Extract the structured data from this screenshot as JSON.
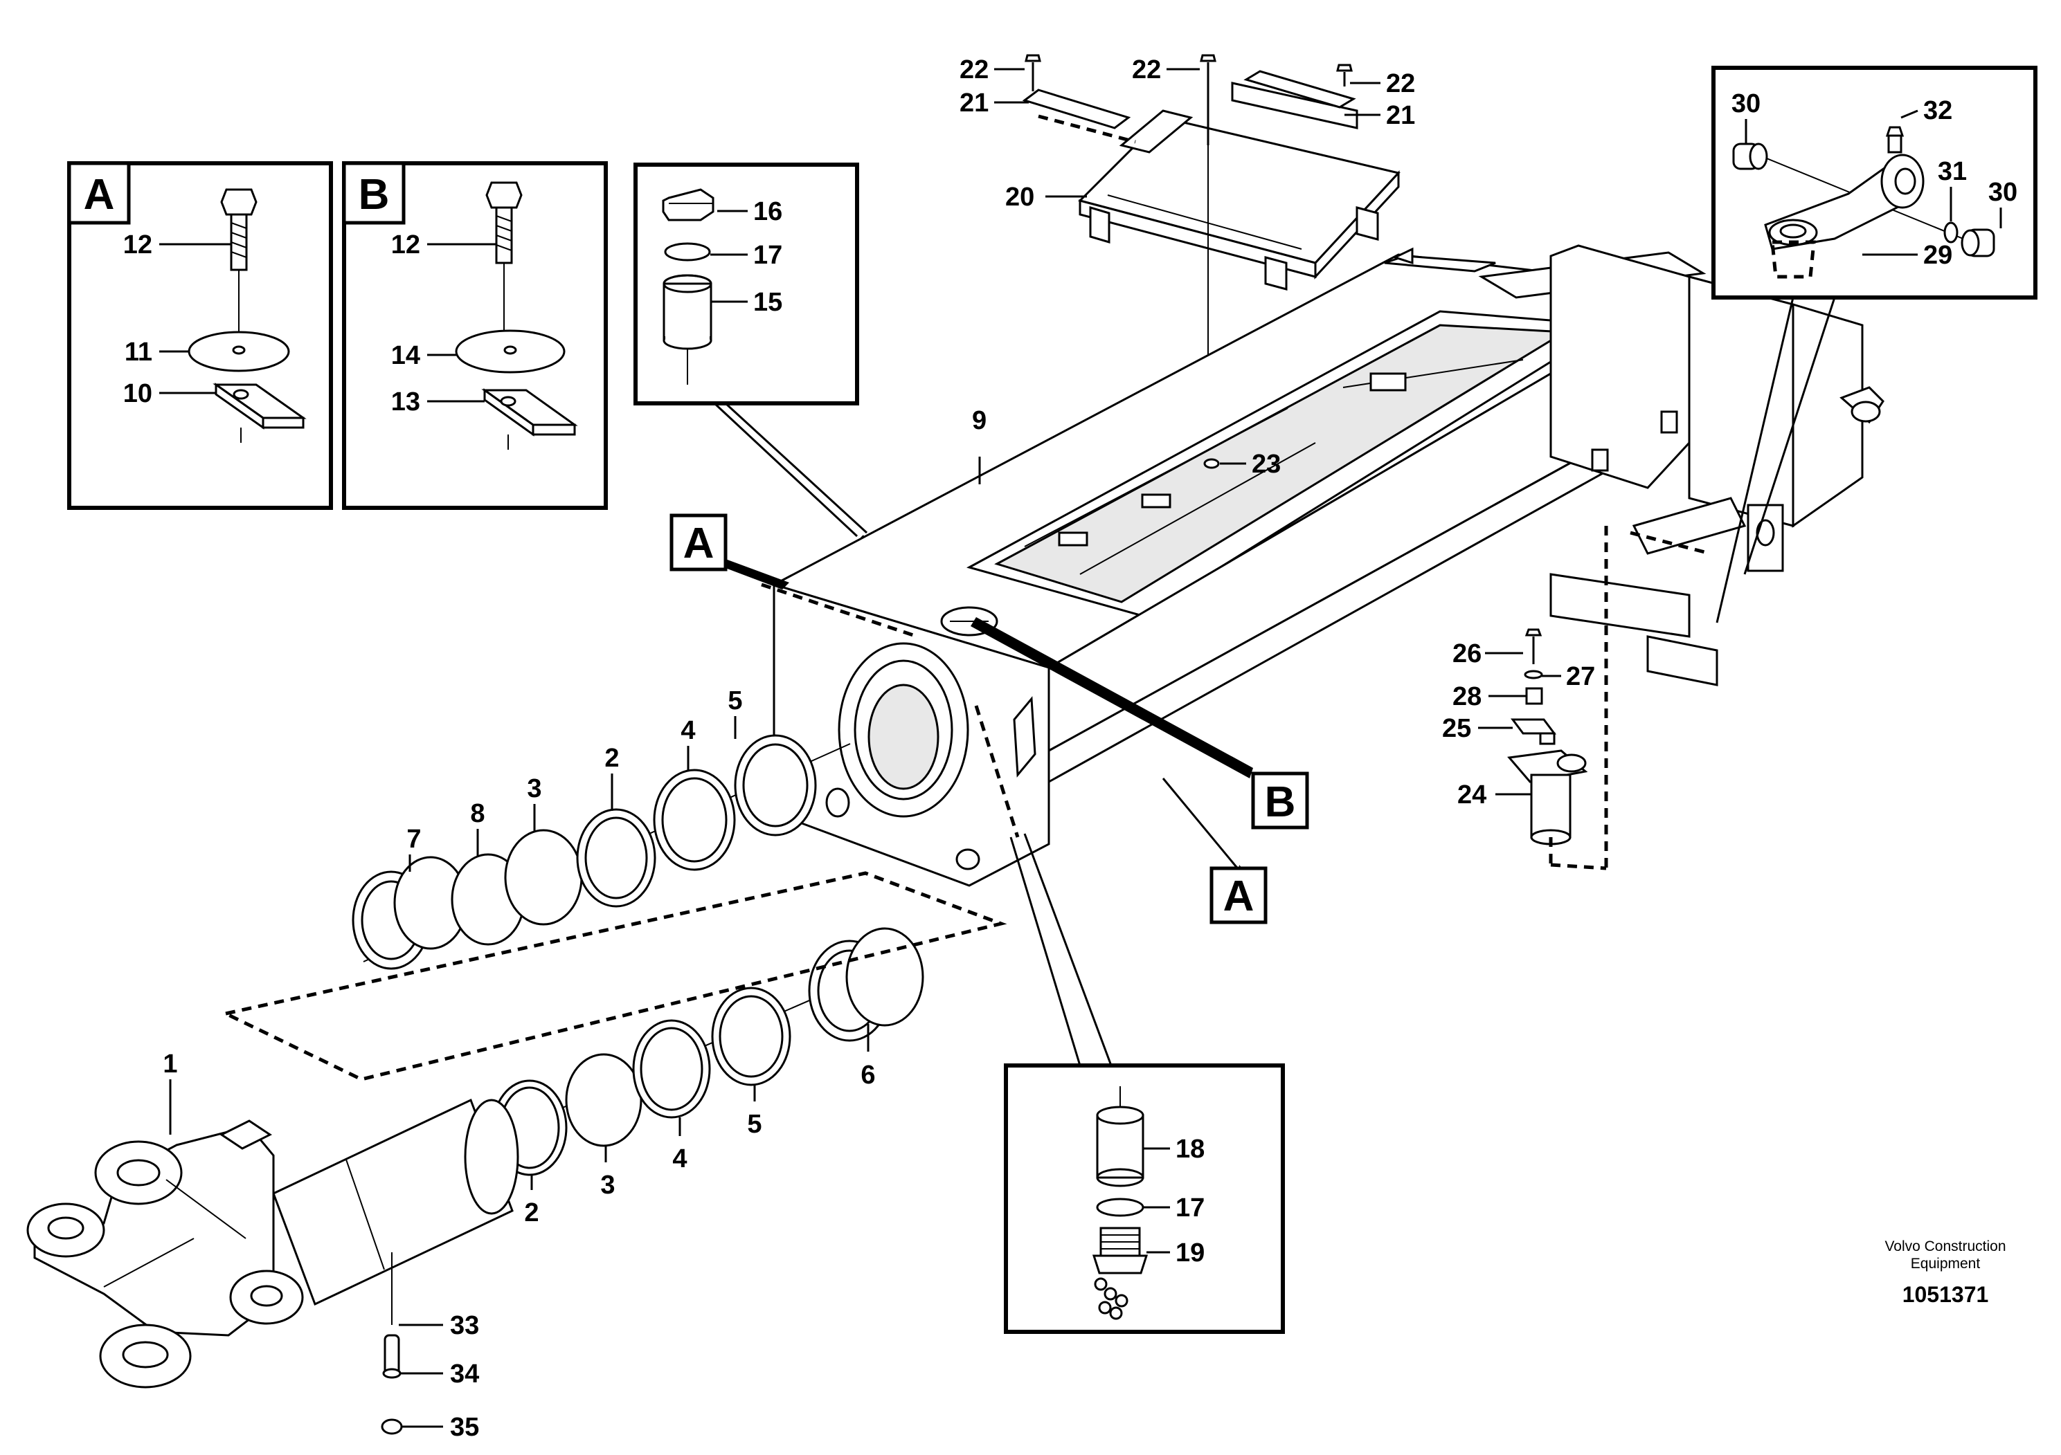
{
  "credit": {
    "line1": "Volvo Construction",
    "line2": "Equipment"
  },
  "drawing_number": "1051371",
  "insets": {
    "A": {
      "letter": "A",
      "parts": [
        "12",
        "11",
        "10"
      ]
    },
    "B": {
      "letter": "B",
      "parts": [
        "12",
        "14",
        "13"
      ]
    },
    "plug": {
      "parts": [
        "16",
        "17",
        "15"
      ]
    },
    "nipple": {
      "parts": [
        "18",
        "17",
        "19"
      ]
    },
    "pivot": {
      "parts": [
        "30",
        "32",
        "31",
        "30",
        "29"
      ]
    }
  },
  "references": [
    "A",
    "B",
    "A"
  ],
  "callouts": [
    "1",
    "2",
    "3",
    "4",
    "5",
    "6",
    "7",
    "8",
    "9",
    "10",
    "11",
    "12",
    "13",
    "14",
    "15",
    "16",
    "17",
    "18",
    "19",
    "20",
    "21",
    "22",
    "23",
    "24",
    "25",
    "26",
    "27",
    "28",
    "29",
    "30",
    "31",
    "32",
    "33",
    "34",
    "35"
  ]
}
